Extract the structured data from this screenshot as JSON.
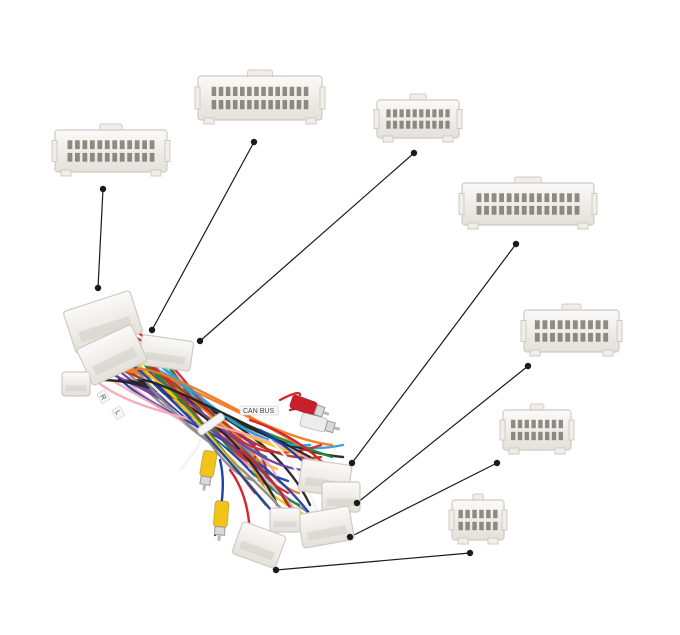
{
  "photo": {
    "background": "#ffffff",
    "connector_color": "#f1eeea",
    "connector_shadow": "#cfcac3",
    "pin_color": "#6d675f",
    "leader_color": "#1a1a1a"
  },
  "harness": {
    "tags": [
      "CAN BUS",
      "R",
      "L"
    ],
    "wire_colors": [
      "#d7262b",
      "#1f8a3b",
      "#f2c417",
      "#1f3fa8",
      "#ee7a20",
      "#222222",
      "#f3f3f3",
      "#8b8b8b",
      "#2f9fd8",
      "#b2342b",
      "#6b3fa0",
      "#f5a9b8"
    ],
    "rca_colors": {
      "red": "#c8202b",
      "white": "#ececec",
      "yellow": "#f2c417"
    }
  }
}
